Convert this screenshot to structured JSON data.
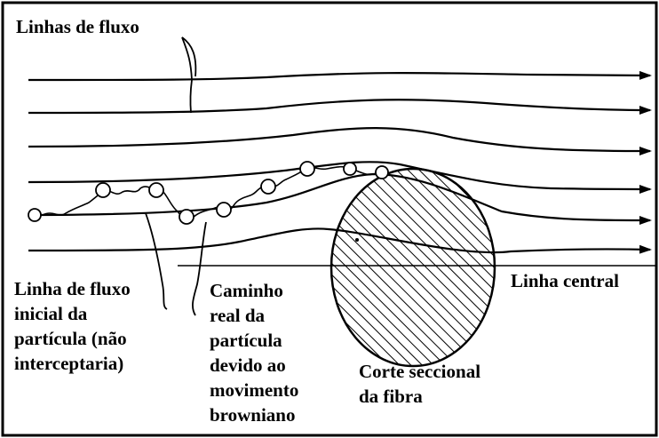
{
  "labels": {
    "streamlines": "Linhas de fluxo",
    "initial_streamline": [
      "Linha de fluxo",
      "inicial da",
      "partícula (não",
      "interceptaria)"
    ],
    "real_path": [
      "Caminho",
      "real da",
      "partícula",
      "devido ao",
      "movimento",
      "browniano"
    ],
    "centerline": "Linha central",
    "fiber_section": [
      "Corte seccional",
      "da fibra"
    ]
  },
  "colors": {
    "stroke": "#000000",
    "background": "#ffffff"
  }
}
